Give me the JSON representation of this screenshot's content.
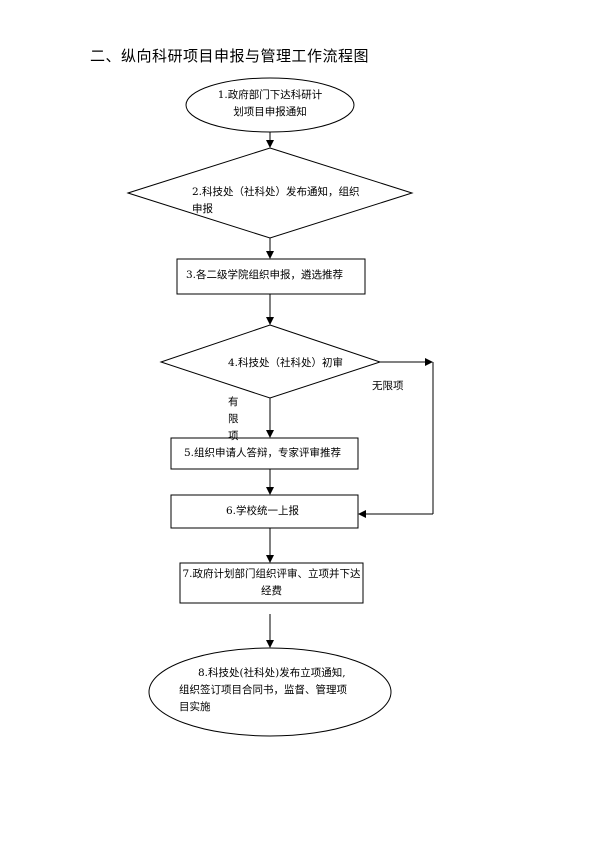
{
  "title": "二、纵向科研项目申报与管理工作流程图",
  "steps": {
    "s1": [
      "1.政府部门下达科研计",
      "划项目申报通知"
    ],
    "s2": [
      "2.科技处（社科处）发布通知，组织",
      "申报"
    ],
    "s3": "3.各二级学院组织申报，遴选推荐",
    "s4": "4.科技处（社科处）初审",
    "s5": "5.组织申请人答辩，专家评审推荐",
    "s6": "6.学校统一上报",
    "s7": [
      "7.政府计划部门组织评审、立项并下达",
      "经费"
    ],
    "s8": [
      "8.科技处(社科处)发布立项通知,",
      "组织签订项目合同书，监督、管理项",
      "目实施"
    ]
  },
  "branches": {
    "limited": [
      "有",
      "限",
      "项"
    ],
    "unlimited": "无限项"
  }
}
